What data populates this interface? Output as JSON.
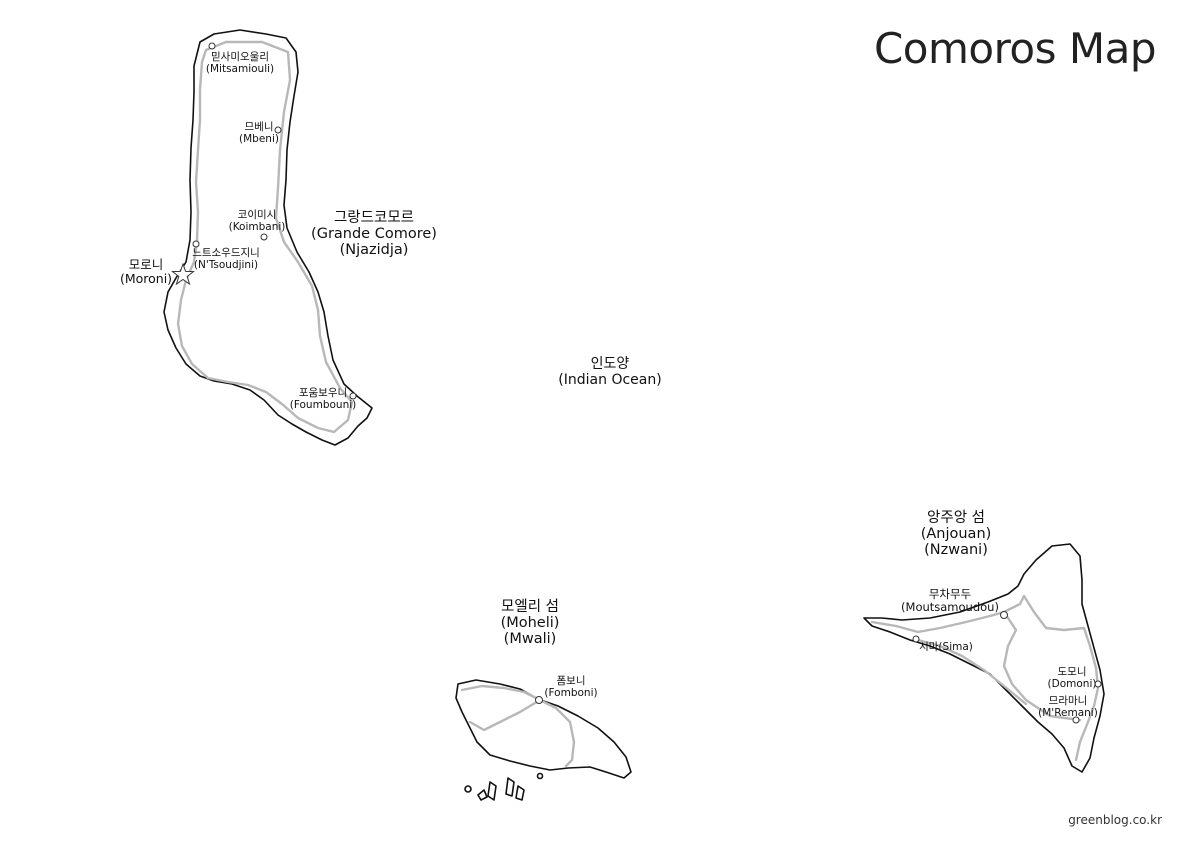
{
  "title": "Comoros Map",
  "credit": "greenblog.co.kr",
  "ocean": {
    "ko": "인도양",
    "en": "(Indian Ocean)"
  },
  "islands": {
    "grande_comore": {
      "ko": "그랑드코모르",
      "en": "(Grande Comore)",
      "local": "(Njazidja)"
    },
    "moheli": {
      "ko": "모엘리 섬",
      "en": "(Moheli)",
      "local": "(Mwali)"
    },
    "anjouan": {
      "ko": "앙주앙 섬",
      "en": "(Anjouan)",
      "local": "(Nzwani)"
    }
  },
  "capital": {
    "ko": "모로니",
    "en": "(Moroni)",
    "icon": "star-icon"
  },
  "towns": {
    "mitsamiouli": {
      "ko": "믿사미오울리",
      "en": "(Mitsamiouli)"
    },
    "mbeni": {
      "ko": "므베니",
      "en": "(Mbeni)"
    },
    "koimbani": {
      "ko": "코이미시",
      "en": "(Koimbani)"
    },
    "ntsoudjini": {
      "ko": "느트소우드지니",
      "en": "(N'Tsoudjini)"
    },
    "foumbouni": {
      "ko": "포움보우니",
      "en": "(Foumbouni)"
    },
    "fomboni": {
      "ko": "폼보니",
      "en": "(Fomboni)"
    },
    "moutsamoudou": {
      "ko": "무차무두",
      "en": "(Moutsamoudou)"
    },
    "sima": {
      "label": "시마(Sima)"
    },
    "domoni": {
      "ko": "도모니",
      "en": "(Domoni)"
    },
    "mremani": {
      "ko": "므라마니",
      "en": "(M'Remani)"
    }
  },
  "colors": {
    "coast": "#111111",
    "road": "#b8b8b8",
    "background": "#ffffff"
  }
}
